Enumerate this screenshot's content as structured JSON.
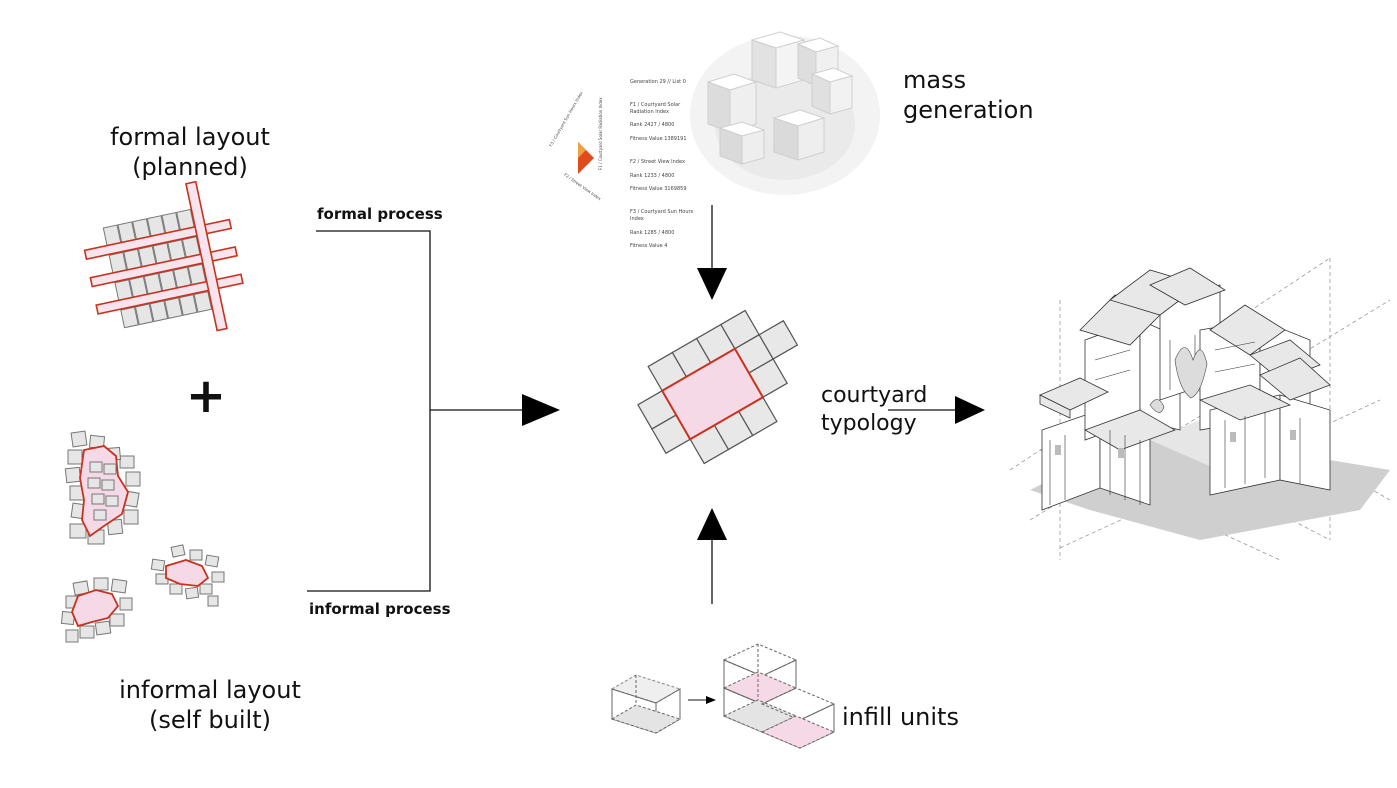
{
  "labels": {
    "formal_layout": "formal layout\n(planned)",
    "informal_layout": "informal layout\n(self built)",
    "formal_process": "formal process",
    "informal_process": "informal process",
    "mass_generation": "mass\ngeneration",
    "courtyard_typology": "courtyard\ntypology",
    "infill_units": "infill units",
    "plus": "+"
  },
  "ga_readout": {
    "header": "Generation 29 // List 0",
    "lines": [
      "F1 / Courtyard Solar Radiation Index",
      "Rank 2427 / 4800",
      "Fitness Value 1389191",
      "F2 / Street View Index",
      "Rank 1233 / 4800",
      "Fitness Value 3169859",
      "F3 / Courtyard Sun Hours Index",
      "Rank 1285 / 4800",
      "Fitness Value 4"
    ],
    "triangle_labels": [
      "F3 / Courtyard Sun Hours Index",
      "F1 / Courtyard Solar Radiation Index",
      "F2 / Street View Index"
    ]
  },
  "colors": {
    "accent_red": "#c8321e",
    "pink_fill": "#f5d9e6",
    "grey_fill": "#e6e6e6",
    "stroke": "#555555"
  }
}
